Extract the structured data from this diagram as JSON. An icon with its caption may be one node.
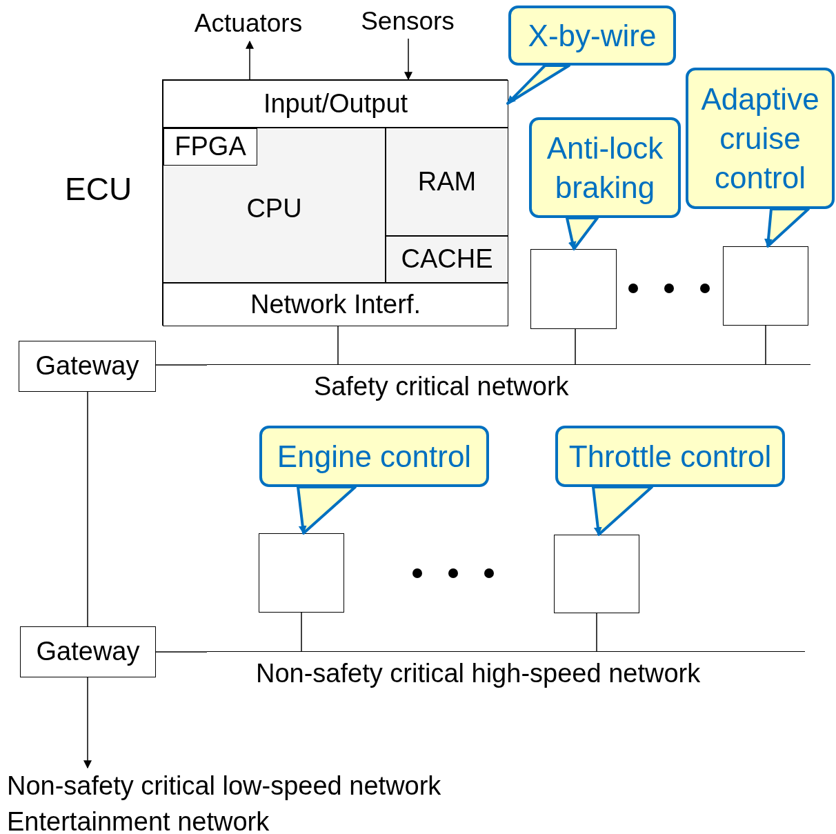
{
  "diagram": {
    "nodes": [
      {
        "text": [
          "Actuators"
        ]
      },
      {
        "text": [
          "Sensors"
        ]
      },
      {
        "text": [
          "ECU"
        ]
      },
      {
        "text": [
          "Input/Output"
        ],
        "in": 2
      },
      {
        "text": [
          "CPU"
        ],
        "in": 2
      },
      {
        "text": [
          "FPGA"
        ],
        "in": 4
      },
      {
        "text": [
          "RAM"
        ],
        "in": 2
      },
      {
        "text": [
          "CACHE"
        ],
        "in": 2
      },
      {
        "text": [
          "Network Interf."
        ],
        "in": 2
      },
      {
        "text": [
          "X-by-wire"
        ]
      },
      {
        "text": [
          "Anti-lock braking"
        ]
      },
      {
        "text": [
          "Adaptive cruise control"
        ]
      },
      {
        "text": [],
        "shape": "box"
      },
      {
        "text": [],
        "shape": "box"
      },
      {
        "text": [
          "Gateway"
        ]
      },
      {
        "text": [
          "Safety critical network"
        ]
      },
      {
        "text": [
          "Engine control"
        ]
      },
      {
        "text": [
          "Throttle control"
        ]
      },
      {
        "text": [],
        "shape": "box"
      },
      {
        "text": [],
        "shape": "box"
      },
      {
        "text": [
          "Gateway"
        ]
      },
      {
        "text": [
          "Non-safety critical high-speed network"
        ]
      },
      {
        "text": [
          "Non-safety critical low-speed network",
          "Entertainment network"
        ]
      }
    ],
    "edges": [
      {
        "from": 3,
        "to": 0,
        "arrow": "to"
      },
      {
        "from": 1,
        "to": 3,
        "arrow": "to"
      },
      {
        "from": 9,
        "to": 3,
        "arrow": "to",
        "style": "thick",
        "color": "#0070c0"
      },
      {
        "from": 10,
        "to": 12,
        "arrow": "to",
        "style": "thick",
        "color": "#0070c0"
      },
      {
        "from": 11,
        "to": 13,
        "arrow": "to",
        "style": "thick",
        "color": "#0070c0"
      },
      {
        "from": 8,
        "to": 15,
        "arrow": "none"
      },
      {
        "from": 12,
        "to": 15,
        "arrow": "none"
      },
      {
        "from": 13,
        "to": 15,
        "arrow": "none"
      },
      {
        "from": 14,
        "to": 15,
        "arrow": "none"
      },
      {
        "from": 14,
        "to": 20,
        "arrow": "none"
      },
      {
        "from": 16,
        "to": 18,
        "arrow": "to",
        "style": "thick",
        "color": "#0070c0"
      },
      {
        "from": 17,
        "to": 19,
        "arrow": "to",
        "style": "thick",
        "color": "#0070c0"
      },
      {
        "from": 18,
        "to": 21,
        "arrow": "none"
      },
      {
        "from": 19,
        "to": 21,
        "arrow": "none"
      },
      {
        "from": 20,
        "to": 21,
        "arrow": "none"
      },
      {
        "from": 20,
        "to": 22,
        "arrow": "to"
      }
    ]
  }
}
